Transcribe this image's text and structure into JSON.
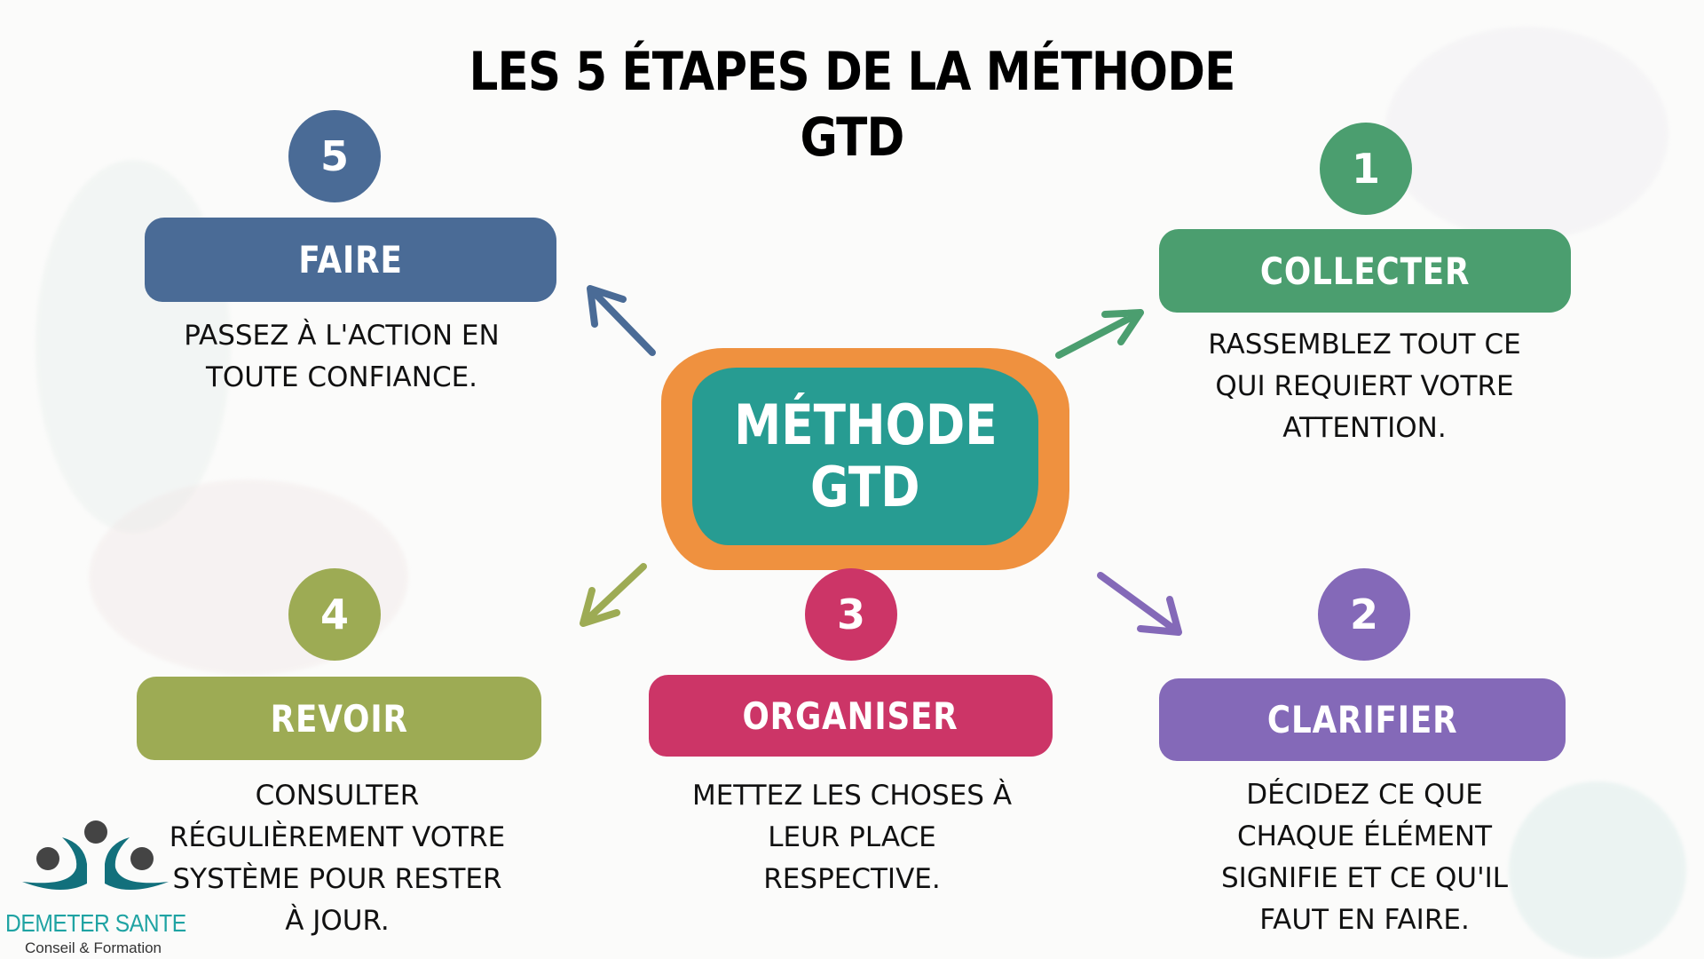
{
  "title": {
    "line1": "LES 5 ÉTAPES DE LA MÉTHODE",
    "line2": "GTD"
  },
  "center": {
    "line1": "MÉTHODE",
    "line2": "GTD",
    "outer_color": "#ef913f",
    "inner_color": "#279c92"
  },
  "steps": [
    {
      "number": "1",
      "label": "COLLECTER",
      "color": "#4b9e6f",
      "description": [
        "RASSEMBLEZ TOUT CE",
        "QUI REQUIERT VOTRE",
        "ATTENTION."
      ]
    },
    {
      "number": "2",
      "label": "CLARIFIER",
      "color": "#8469b8",
      "description": [
        "DÉCIDEZ CE QUE",
        "CHAQUE ÉLÉMENT",
        "SIGNIFIE ET CE QU'IL",
        "FAUT EN FAIRE."
      ]
    },
    {
      "number": "3",
      "label": "ORGANISER",
      "color": "#cc3567",
      "description": [
        "METTEZ LES CHOSES À",
        "LEUR PLACE",
        "RESPECTIVE."
      ]
    },
    {
      "number": "4",
      "label": "REVOIR",
      "color": "#9dab54",
      "description": [
        "CONSULTER",
        "RÉGULIÈREMENT VOTRE",
        "SYSTÈME POUR RESTER",
        "À JOUR."
      ]
    },
    {
      "number": "5",
      "label": "FAIRE",
      "color": "#4a6b96",
      "description": [
        "PASSEZ À L'ACTION EN",
        "TOUTE CONFIANCE."
      ]
    }
  ],
  "logo": {
    "name": "DEMETER SANTE",
    "subtitle": "Conseil & Formation"
  },
  "icons": {
    "arrows": [
      "arrow-up-left-icon",
      "arrow-up-right-icon",
      "arrow-down-left-icon",
      "arrow-down-right-icon"
    ]
  }
}
